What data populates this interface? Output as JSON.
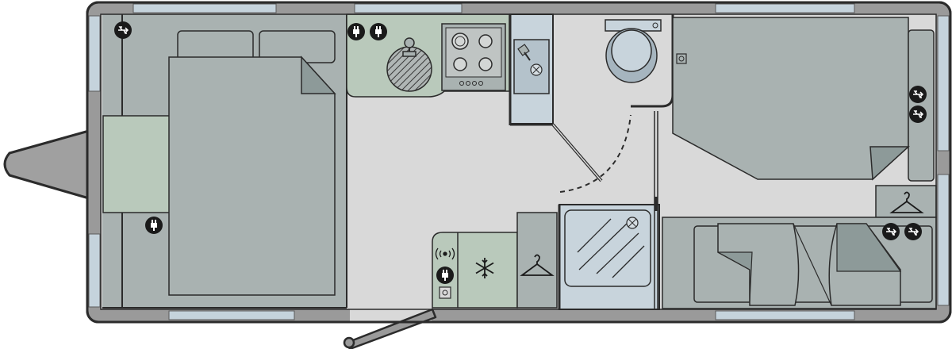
{
  "diagram": {
    "type": "caravan-floorplan",
    "rooms": [
      {
        "id": "bedroom-fixed-bed",
        "fixtures": [
          "island-double-bed",
          "pillows",
          "usb-socket",
          "mains-socket"
        ]
      },
      {
        "id": "kitchen",
        "fixtures": [
          "hob-4-burner",
          "sink-with-drainer",
          "mains-sockets"
        ]
      },
      {
        "id": "washroom",
        "fixtures": [
          "toilet",
          "hand-basin",
          "shower-cubicle"
        ]
      },
      {
        "id": "lounge-rear",
        "fixtures": [
          "seating",
          "wardrobe-hanger",
          "usb-sockets"
        ]
      },
      {
        "id": "entrance",
        "fixtures": [
          "fridge",
          "wifi-signal",
          "mains-socket",
          "wardrobe-hanger"
        ]
      }
    ],
    "icons": [
      "usb-icon",
      "plug-socket-icon",
      "snowflake-icon",
      "hanger-icon",
      "wifi-signal-icon",
      "tap-icon"
    ],
    "colors": {
      "outline": "#2b2b2b",
      "floor": "#d9d9d9",
      "furniture": "#a9b2b1",
      "furniture_dark": "#8d9a99",
      "kitchen_worktop": "#b9c9bb",
      "window_blue": "#c5d3dc",
      "shell": "#9a9a9a",
      "glass": "#c8d4dc"
    }
  }
}
